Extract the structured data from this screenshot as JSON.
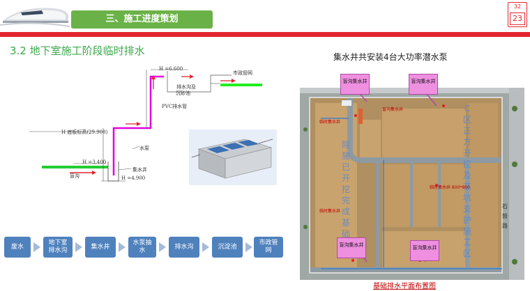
{
  "header": {
    "section_title": "三、施工进度策划",
    "page_small": "32",
    "page_number": "23"
  },
  "subtitle": "3.2 地下室施工阶段临时排水",
  "diagram": {
    "label_elev_top": "H =6.600",
    "label_drain_ditch": "排水沟及",
    "label_sediment": "沉砂池",
    "label_municipal": "市政管网",
    "label_pvc": "PVC排水管",
    "label_floor_elev": "H  底板标高(29.900)",
    "label_pump": "水泵",
    "label_elev_mid": "H =3.400",
    "label_sump": "集水井",
    "label_blind_ditch": "盲沟",
    "label_elev_bottom": "H =4.900"
  },
  "flow": [
    "废水",
    "地下室排水沟",
    "集水井",
    "水泵抽水",
    "排水沟",
    "沉淀池",
    "市政管网"
  ],
  "plan": {
    "title": "集水井共安装4台大功率潜水泵",
    "caption": "基础排水平面布置图",
    "callouts": [
      "盲沟集水井",
      "盲沟集水井",
      "盲沟集水井",
      "盲沟集水井"
    ],
    "road": "石鼓路",
    "left_vertical_text": "除施已开挖完成基础",
    "right_vertical_text": "C区正方开挖及基坑支护施工区",
    "red_labels": [
      "临时集水井",
      "临时集水井",
      "临时集水井 800*800",
      "盲沟集水井"
    ]
  },
  "colors": {
    "accent_red": "#e3262e",
    "accent_green": "#6ab247",
    "flow_blue": "#4f81bd",
    "callout_pink": "#ee8fe0"
  }
}
